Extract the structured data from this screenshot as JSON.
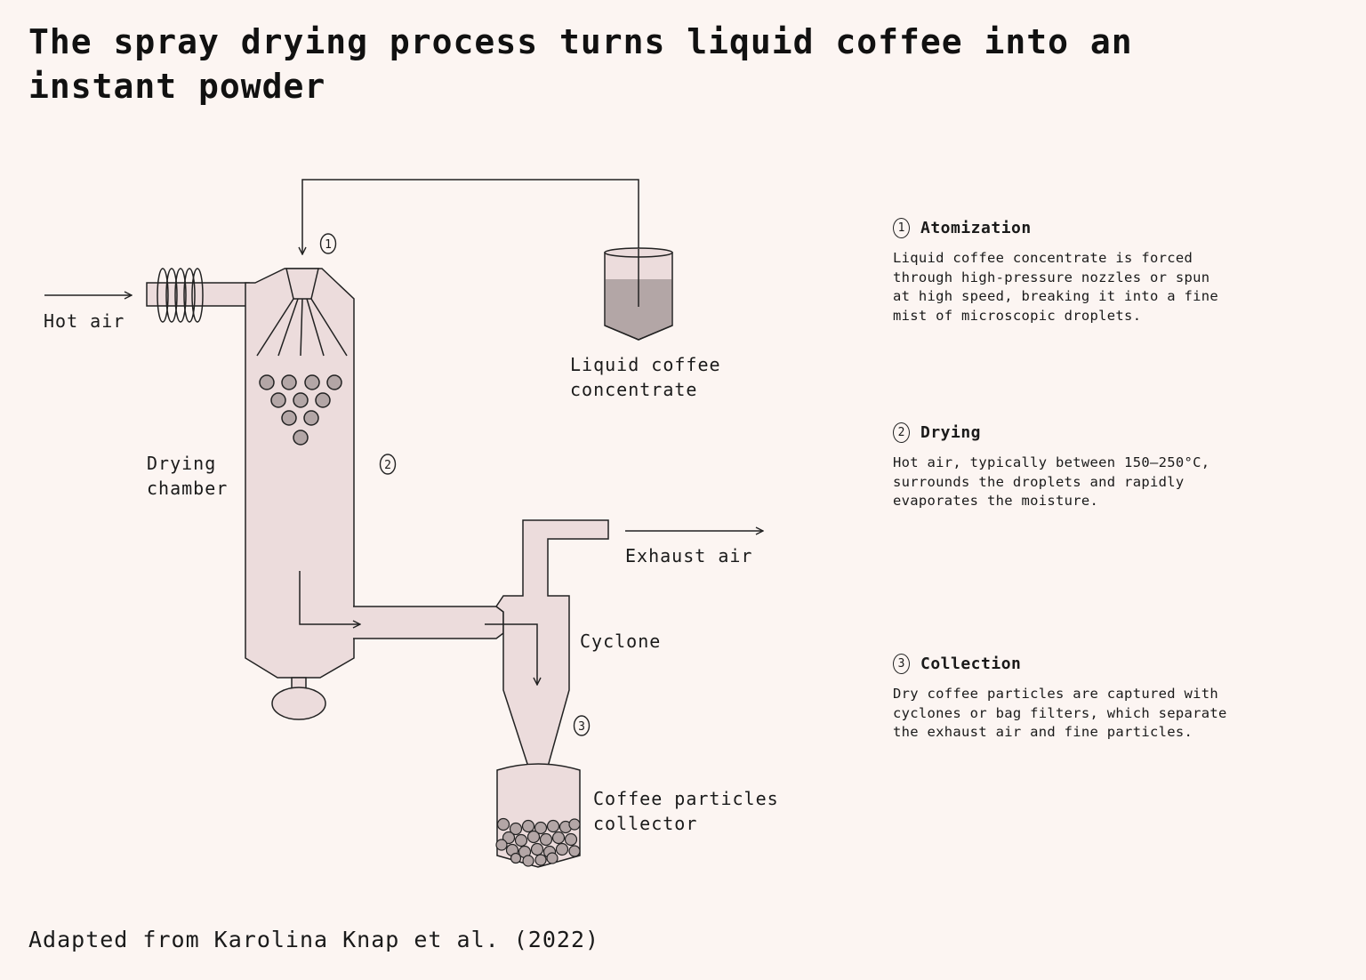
{
  "title": "The spray drying process turns liquid coffee into an instant powder",
  "diagram": {
    "hot_air": "Hot air",
    "drying_chamber": [
      "Drying",
      "chamber"
    ],
    "liquid_concentrate": [
      "Liquid coffee",
      "concentrate"
    ],
    "exhaust_air": "Exhaust air",
    "cyclone": "Cyclone",
    "collector": [
      "Coffee particles",
      "collector"
    ],
    "markers": [
      "1",
      "2",
      "3"
    ]
  },
  "steps": [
    {
      "number": "1",
      "title": "Atomization",
      "text": "Liquid coffee concentrate is forced through high-pressure nozzles or spun at high speed, breaking it into a fine mist of microscopic droplets."
    },
    {
      "number": "2",
      "title": "Drying",
      "text": "Hot air, typically between 150–250°C, surrounds the droplets and rapidly evaporates the moisture."
    },
    {
      "number": "3",
      "title": "Collection",
      "text": "Dry coffee particles are captured with cyclones or bag filters, which separate the exhaust air and fine particles."
    }
  ],
  "source": "Adapted from Karolina Knap et al. (2022)",
  "colors": {
    "background": "#fcf5f2",
    "fill_light": "#ecdcdc",
    "fill_dark": "#b3a6a6",
    "stroke": "#222222"
  }
}
